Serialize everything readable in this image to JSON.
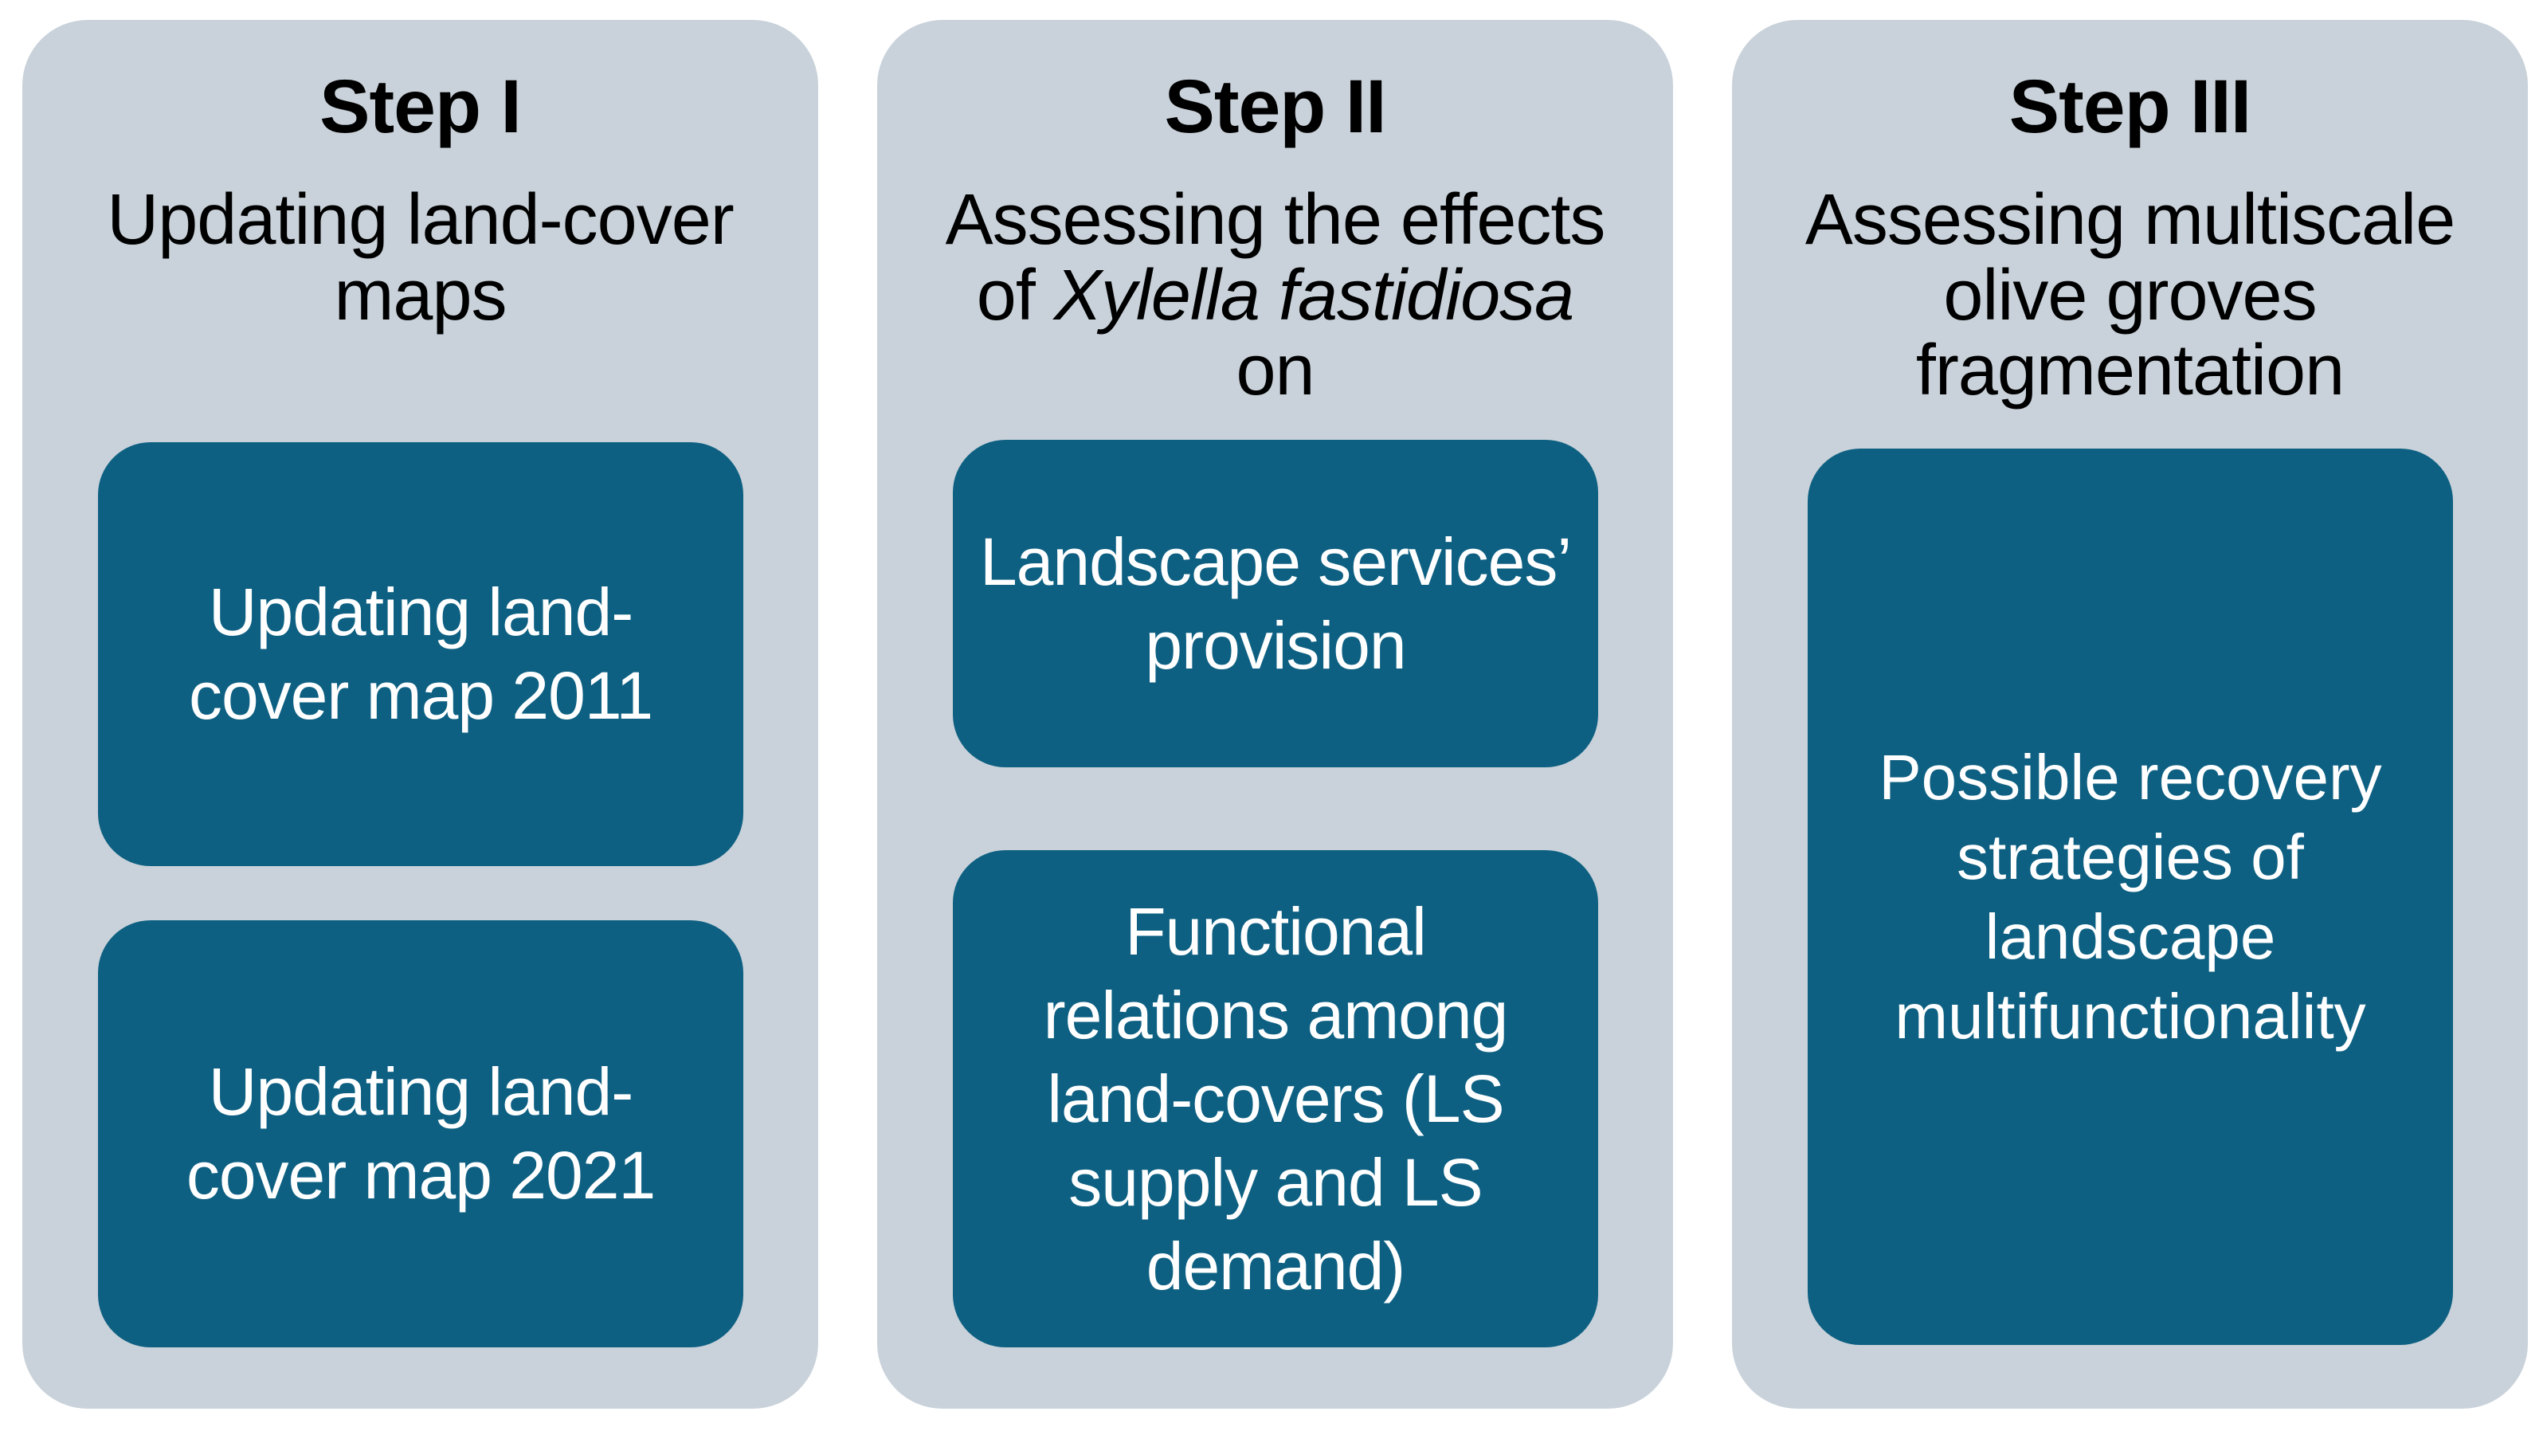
{
  "figure": {
    "description_colors": {
      "page_background": "#ffffff",
      "column_background": "#c9d2da",
      "box_background": "#0e6082",
      "box_text": "#ffffff",
      "header_text": "#000000"
    },
    "columns": [
      {
        "title": "Step I",
        "subtitle": {
          "text": "Updating land-cover\nmaps"
        },
        "boxes": [
          {
            "label": "Updating land-\ncover map 2011"
          },
          {
            "label": "Updating land-\ncover map 2021"
          }
        ]
      },
      {
        "title": "Step II",
        "subtitle": {
          "line1": "Assessing the effects",
          "line2_prefix": "of ",
          "line2_italic": "Xylella fastidiosa",
          "line3": "on"
        },
        "boxes": [
          {
            "label": "Landscape services’\nprovision"
          },
          {
            "label": "Functional\nrelations among\nland-covers (LS\nsupply and LS\ndemand)"
          }
        ]
      },
      {
        "title": "Step III",
        "subtitle": {
          "text": "Assessing multiscale\nolive groves\nfragmentation"
        },
        "boxes": [
          {
            "label": "Possible recovery\nstrategies of\nlandscape\nmultifunctionality"
          }
        ]
      }
    ]
  }
}
